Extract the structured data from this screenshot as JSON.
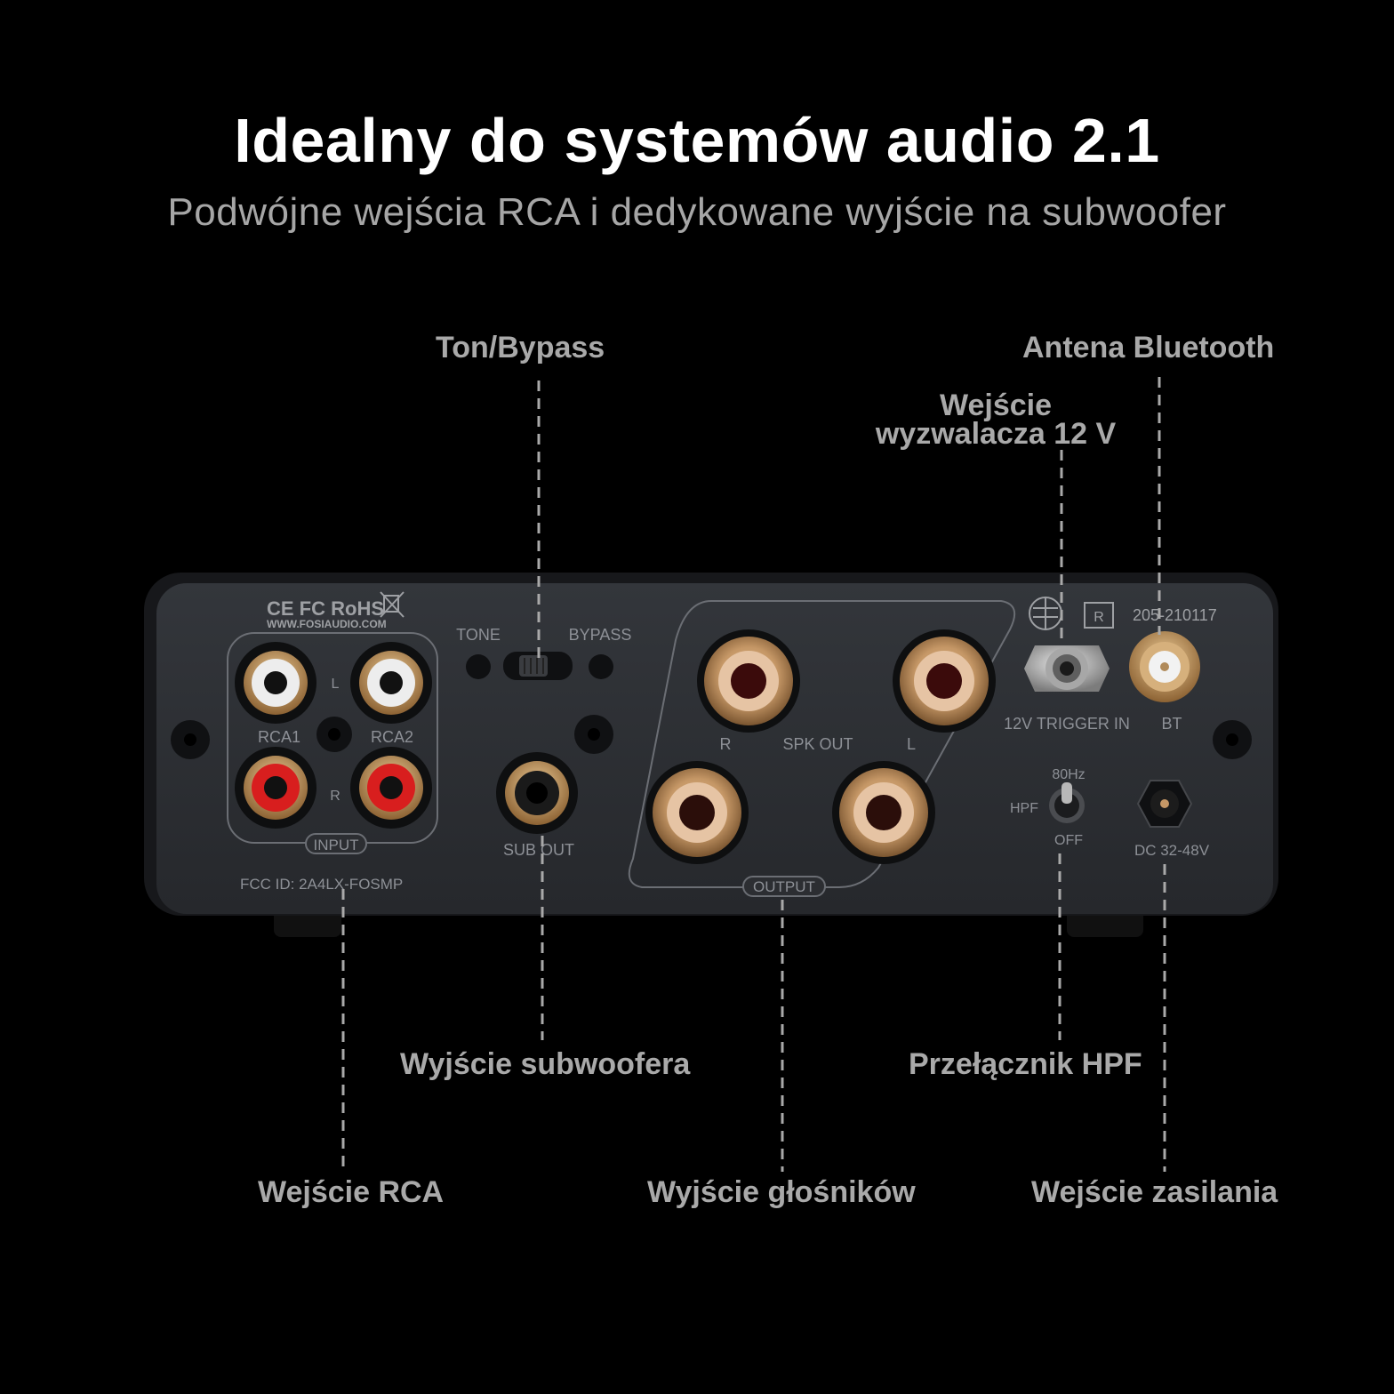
{
  "header": {
    "title": "Idealny do systemów audio 2.1",
    "subtitle": "Podwójne wejścia RCA i dedykowane wyjście na subwoofer"
  },
  "callouts": {
    "tone_bypass": "Ton/Bypass",
    "bt_antenna": "Antena Bluetooth",
    "trigger_line1": "Wejście",
    "trigger_line2": "wyzwalacza 12 V",
    "sub_out": "Wyjście subwoofera",
    "hpf_switch": "Przełącznik HPF",
    "rca_in": "Wejście RCA",
    "speaker_out": "Wyjście głośników",
    "power_in": "Wejście zasilania"
  },
  "panel": {
    "cert_marks": "CE FC RoHS",
    "website": "WWW.FOSIAUDIO.COM",
    "tone": "TONE",
    "bypass": "BYPASS",
    "l": "L",
    "r": "R",
    "rca1": "RCA1",
    "rca2": "RCA2",
    "input": "INPUT",
    "fcc_id": "FCC ID:  2A4LX-FOSMP",
    "sub_out": "SUB OUT",
    "spk_r": "R",
    "spk_out": "SPK OUT",
    "spk_l": "L",
    "output": "OUTPUT",
    "reg_mark": "R",
    "reg_number": "205-210117",
    "trigger_in": "12V TRIGGER IN",
    "bt": "BT",
    "hpf_80": "80Hz",
    "hpf": "HPF",
    "hpf_off": "OFF",
    "dc": "DC 32-48V"
  },
  "colors": {
    "background": "#000000",
    "title": "#ffffff",
    "subtitle": "#a6a6a6",
    "callout_text": "#a9a9a9",
    "panel": "#2a2c30",
    "gold": "#c59766",
    "rca_white": "#ededed",
    "rca_red": "#d81e1e"
  },
  "icons": {
    "weee": "crossed-bin-icon",
    "japan_cert": "telec-mark-icon"
  }
}
